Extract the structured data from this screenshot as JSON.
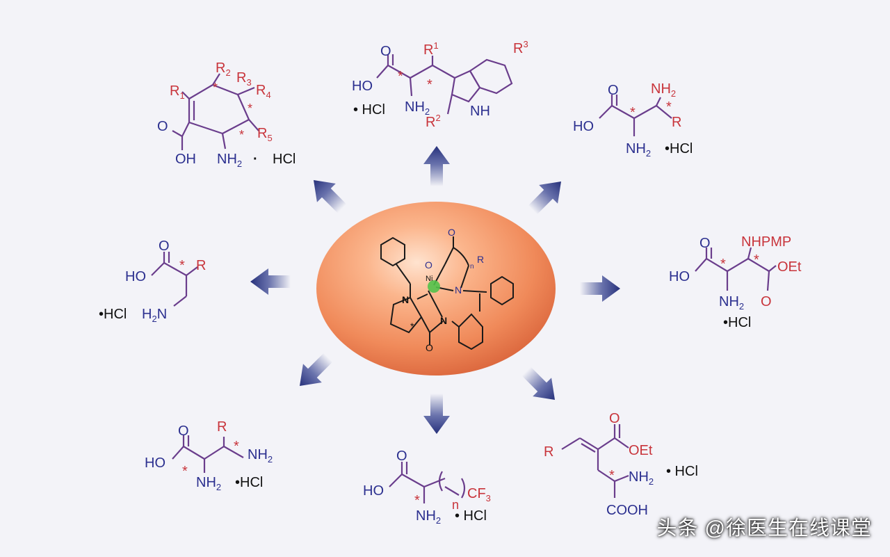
{
  "center": {
    "labels": {
      "o": "O",
      "n1": "N",
      "n2": "N",
      "n3": "N",
      "ni": "Ni",
      "r": "R",
      "n": "n",
      "star": "*"
    }
  },
  "products": {
    "top_left": {
      "r1": "R",
      "r1s": "1",
      "r2": "R",
      "r2s": "2",
      "r3": "R",
      "r3s": "3",
      "r4": "R",
      "r4s": "4",
      "r5": "R",
      "r5s": "5",
      "o": "O",
      "oh": "OH",
      "nh2": "NH",
      "nh2s": "2",
      "dot": "·",
      "hcl": "HCl",
      "star": "*"
    },
    "top": {
      "o": "O",
      "ho": "HO",
      "hcl": "• HCl",
      "nh2": "NH",
      "nh2s": "2",
      "r1": "R",
      "r1s": "1",
      "r2": "R",
      "r2s": "2",
      "r3": "R",
      "r3s": "3",
      "nh": "NH",
      "star": "*"
    },
    "top_right": {
      "o": "O",
      "ho": "HO",
      "nh2_top": "NH",
      "nh2_top_s": "2",
      "r": "R",
      "nh2": "NH",
      "nh2s": "2",
      "hcl": "•HCl",
      "star": "*"
    },
    "left": {
      "o": "O",
      "ho": "HO",
      "r": "R",
      "hcl": "•HCl",
      "h2n": "H",
      "h2n_s": "2",
      "h2n_n": "N",
      "star": "*"
    },
    "right": {
      "o": "O",
      "ho": "HO",
      "nhpmp": "NHPMP",
      "oet": "OEt",
      "o2": "O",
      "nh2": "NH",
      "nh2s": "2",
      "hcl": "•HCl",
      "star": "*"
    },
    "bottom_left": {
      "o": "O",
      "ho": "HO",
      "r": "R",
      "nh2_end": "NH",
      "nh2_end_s": "2",
      "nh2": "NH",
      "nh2s": "2",
      "hcl": "•HCl",
      "star": "*"
    },
    "bottom": {
      "o": "O",
      "ho": "HO",
      "cf3": "CF",
      "cf3s": "3",
      "n": "n",
      "nh2": "NH",
      "nh2s": "2",
      "hcl": "• HCl",
      "star": "*"
    },
    "bottom_right": {
      "o": "O",
      "oet": "OEt",
      "r": "R",
      "nh2": "NH",
      "nh2s": "2",
      "hcl": "• HCl",
      "cooh": "COOH",
      "star": "*"
    }
  },
  "watermark": "头条 @徐医生在线课堂"
}
